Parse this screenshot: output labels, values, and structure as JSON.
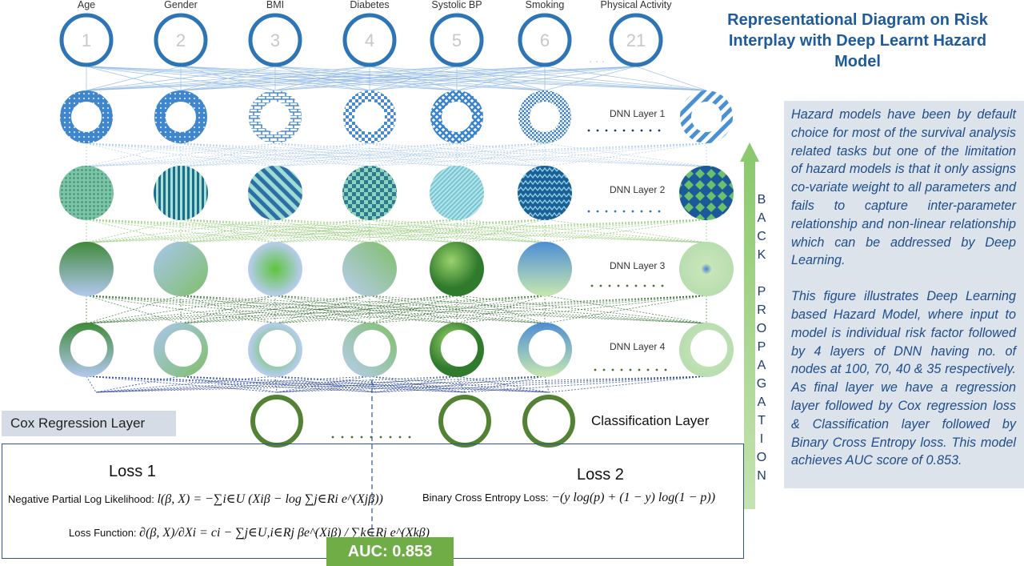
{
  "title": {
    "line1": "Representational Diagram on Risk",
    "line2": "Interplay with Deep Learnt Hazard Model"
  },
  "inputs": [
    {
      "label": "Age",
      "number": "1"
    },
    {
      "label": "Gender",
      "number": "2"
    },
    {
      "label": "BMI",
      "number": "3"
    },
    {
      "label": "Diabetes",
      "number": "4"
    },
    {
      "label": "Systolic BP",
      "number": "5"
    },
    {
      "label": "Smoking",
      "number": "6"
    },
    {
      "label": "Physical Activity",
      "number": "21"
    }
  ],
  "layers": [
    {
      "label": "DNN Layer 1"
    },
    {
      "label": "DNN Layer 2"
    },
    {
      "label": "DNN Layer 3"
    },
    {
      "label": "DNN Layer 4"
    }
  ],
  "cox_label": "Cox Regression Layer",
  "classification_label": "Classification Layer",
  "back_propagation": [
    "B",
    "A",
    "C",
    "K",
    "",
    "P",
    "R",
    "O",
    "P",
    "A",
    "G",
    "A",
    "T",
    "I",
    "O",
    "N"
  ],
  "loss1": {
    "title": "Loss 1",
    "nll_label": "Negative Partial Log Likelihood:",
    "nll_formula": "l(β, X) = −∑i∈U (Xiβ − log ∑j∈Ri e^(Xjβ))",
    "lossfn_label": "Loss Function:",
    "lossfn_formula": "∂(β, X)/∂Xi = ci − ∑j∈U,i∈Rj βe^(Xiβ) / ∑k∈Rj e^(Xkβ)"
  },
  "loss2": {
    "title": "Loss  2",
    "bce_label": "Binary Cross Entropy Loss:",
    "bce_formula": "−(y log(p) + (1 − y) log(1 − p))"
  },
  "auc": "AUC: 0.853",
  "description": {
    "para1": "Hazard models have been by default choice for most of the survival analysis related tasks but one of the limitation of hazard models is that it only assigns co-variate weight to all parameters and fails to capture inter-parameter relationship and non-linear relationship which can be addressed by Deep Learning.",
    "para2": "This figure illustrates Deep Learning based Hazard Model, where input to model is individual risk factor followed by 4 layers of DNN having no. of nodes at 100, 70, 40 & 35 respectively. As final layer we have a regression layer followed by Cox regression loss & Classification layer followed by Binary Cross Entropy loss. This model achieves AUC score of 0.853."
  },
  "colors": {
    "title": "#1f5b9a",
    "node_blue": "#3a7cc0",
    "node_green": "#548235",
    "arrow_green": "#a9d18e",
    "auc_bg": "#70ad47"
  }
}
